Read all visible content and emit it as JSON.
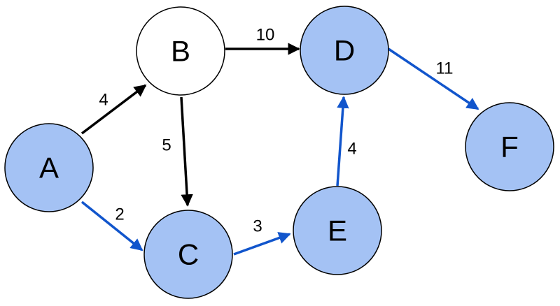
{
  "colors": {
    "highlight_fill": "#a4c2f4",
    "plain_fill": "#ffffff",
    "highlight_edge": "#1155cc",
    "plain_edge": "#000000",
    "node_stroke": "#000000"
  },
  "nodes": {
    "A": {
      "label": "A",
      "highlighted": true
    },
    "B": {
      "label": "B",
      "highlighted": false
    },
    "C": {
      "label": "C",
      "highlighted": true
    },
    "D": {
      "label": "D",
      "highlighted": true
    },
    "E": {
      "label": "E",
      "highlighted": true
    },
    "F": {
      "label": "F",
      "highlighted": true
    }
  },
  "edges": [
    {
      "from": "A",
      "to": "B",
      "weight": "4",
      "highlighted": false
    },
    {
      "from": "A",
      "to": "C",
      "weight": "2",
      "highlighted": true
    },
    {
      "from": "B",
      "to": "C",
      "weight": "5",
      "highlighted": false
    },
    {
      "from": "B",
      "to": "D",
      "weight": "10",
      "highlighted": false
    },
    {
      "from": "C",
      "to": "E",
      "weight": "3",
      "highlighted": true
    },
    {
      "from": "E",
      "to": "D",
      "weight": "4",
      "highlighted": true
    },
    {
      "from": "D",
      "to": "F",
      "weight": "11",
      "highlighted": true
    }
  ]
}
